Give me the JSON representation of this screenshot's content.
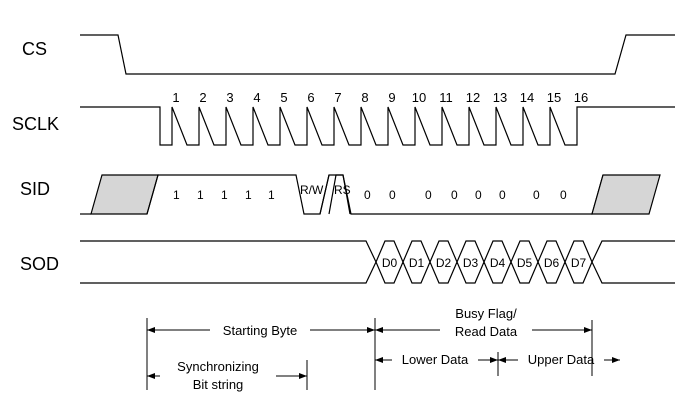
{
  "signals": {
    "cs": "CS",
    "sclk": "SCLK",
    "sid": "SID",
    "sod": "SOD"
  },
  "clock_numbers": [
    "1",
    "2",
    "3",
    "4",
    "5",
    "6",
    "7",
    "8",
    "9",
    "10",
    "11",
    "12",
    "13",
    "14",
    "15",
    "16"
  ],
  "sid_bits": {
    "sync": [
      "1",
      "1",
      "1",
      "1",
      "1"
    ],
    "rw": "R/W",
    "rs": "RS",
    "zeros": [
      "0",
      "0",
      "0",
      "0",
      "0",
      "0",
      "0",
      "0"
    ]
  },
  "sod_bits": [
    "D0",
    "D1",
    "D2",
    "D3",
    "D4",
    "D5",
    "D6",
    "D7"
  ],
  "annotations": {
    "starting_byte": "Starting Byte",
    "busy_line1": "Busy Flag/",
    "busy_line2": "Read Data",
    "sync_line1": "Synchronizing",
    "sync_line2": "Bit string",
    "lower_data": "Lower Data",
    "upper_data": "Upper Data"
  },
  "colors": {
    "shade": "#d6d6d6",
    "line": "#000000"
  }
}
